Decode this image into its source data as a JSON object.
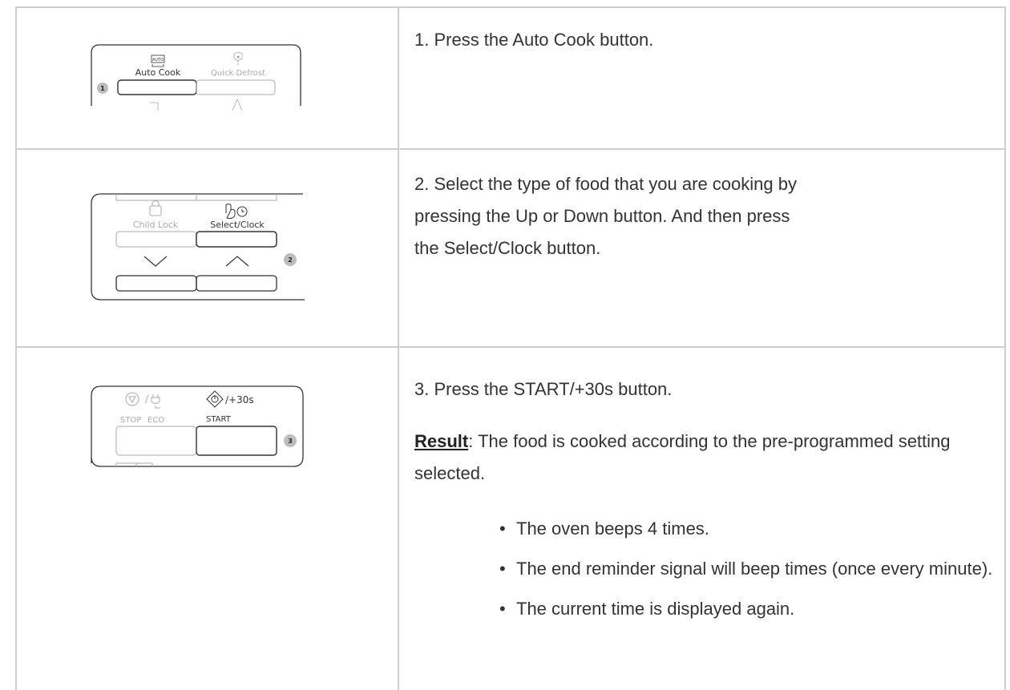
{
  "rows": [
    {
      "panel": {
        "badge": "1",
        "buttons": [
          {
            "label": "Auto Cook",
            "icon": "AUTO"
          },
          {
            "label": "Quick Defrost"
          }
        ]
      },
      "step_text": "1. Press the Auto Cook button."
    },
    {
      "panel": {
        "badge": "2",
        "buttons": [
          {
            "label": "Child Lock"
          },
          {
            "label": "Select/Clock"
          }
        ]
      },
      "step_text": "2. Select the type of food that you are cooking by pressing the Up or Down button. And then press the Select/Clock button."
    },
    {
      "panel": {
        "badge": "3",
        "labels": {
          "stop": "STOP",
          "eco": "ECO",
          "start": "START",
          "plus30": "/+30s"
        }
      },
      "step_text": "3. Press the START/+30s button.",
      "result_label": "Result",
      "result_text": ": The food is cooked according to the pre-programmed setting selected.",
      "bullets": [
        "The oven beeps 4 times.",
        "The end reminder signal will beep times (once every minute).",
        "The current time is displayed again."
      ]
    }
  ],
  "colors": {
    "grid": "#cfcfcf",
    "text": "#333333",
    "badge": "#bdbdbd"
  }
}
